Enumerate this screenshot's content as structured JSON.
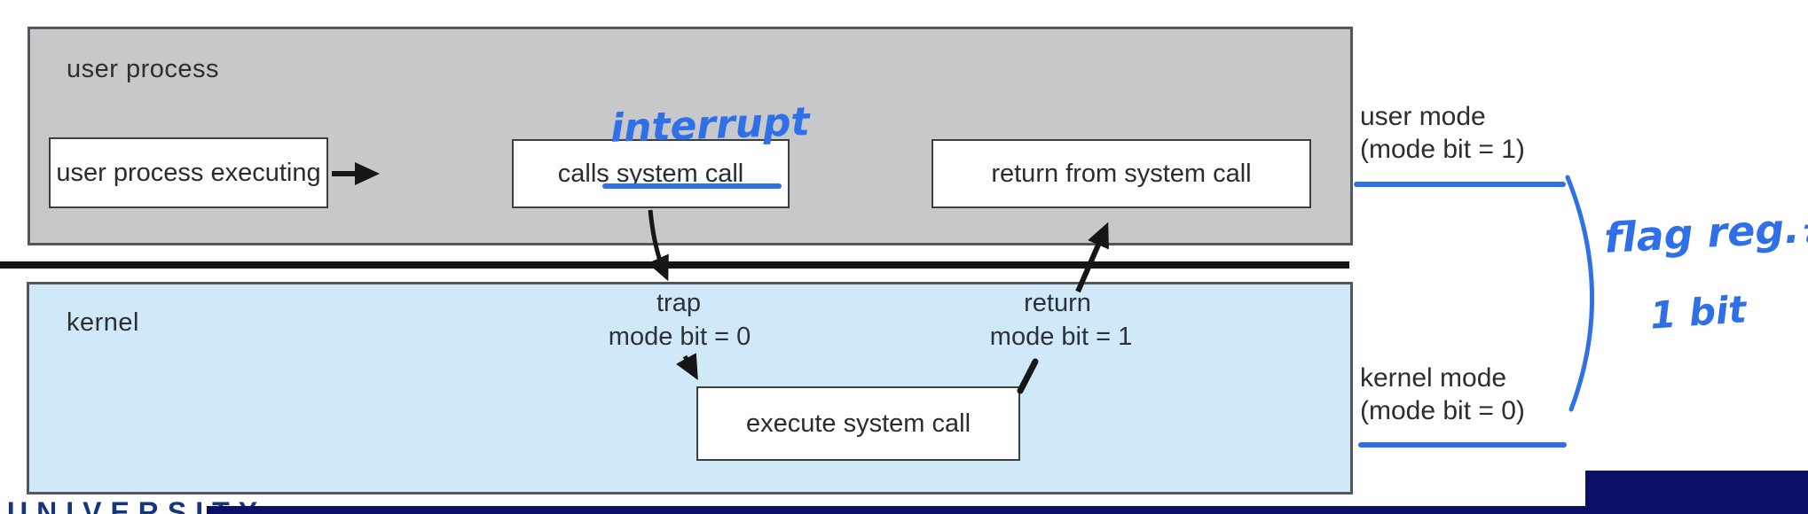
{
  "diagram": {
    "title_region_user": "user process",
    "title_region_kernel": "kernel",
    "boxes": {
      "user_process_executing": "user process executing",
      "calls_system_call": "calls system call",
      "return_from_system_call": "return from system call",
      "execute_system_call": "execute system call"
    },
    "transitions": {
      "trap_label": "trap",
      "trap_mode": "mode bit = 0",
      "return_label": "return",
      "return_mode": "mode bit = 1"
    },
    "mode_captions": {
      "user_mode_line1": "user mode",
      "user_mode_line2": "(mode bit = 1)",
      "kernel_mode_line1": "kernel mode",
      "kernel_mode_line2": "(mode bit = 0)"
    },
    "colors": {
      "user_region_fill": "#c7c8ca",
      "kernel_region_fill": "#cfe9f8",
      "box_fill": "#fdfdfd",
      "line_black": "#141414"
    }
  },
  "annotations": {
    "interrupt": "interrupt",
    "flag_reg": "flag reg.중",
    "one_bit": "1 bit",
    "ink_color": "#2f6fe8"
  },
  "footer": {
    "university_text": "UNIVERSITY",
    "bar_color": "#0b1066"
  }
}
